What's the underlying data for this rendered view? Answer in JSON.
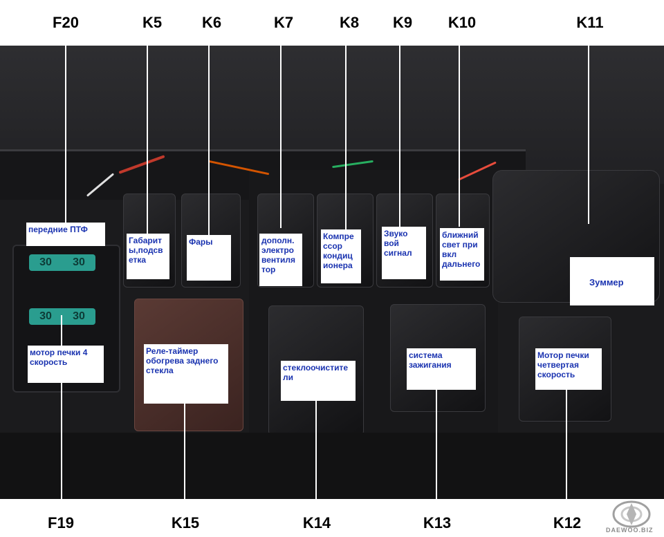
{
  "top_labels": {
    "f20": "F20",
    "k5": "K5",
    "k6": "K6",
    "k7": "K7",
    "k8": "K8",
    "k9": "K9",
    "k10": "K10",
    "k11": "K11"
  },
  "bottom_labels": {
    "f19": "F19",
    "k15": "K15",
    "k14": "K14",
    "k13": "K13",
    "k12": "K12"
  },
  "captions": {
    "f20": "передние ПТФ",
    "k5": "Габарит ы,подсв етка",
    "k6": "Фары",
    "k7": "дополн. электро вентиля тор",
    "k8": "Компре ссор кондиц ионера",
    "k9": "Звуко вой сигнал",
    "k10": "ближний свет при вкл дальнего",
    "k11": "Зуммер",
    "f19": "мотор печки 4 скорость",
    "k15": "Реле-таймер обогрева заднего стекла",
    "k14": "стеклоочистите ли",
    "k13": "система зажигания",
    "k12": "Мотор печки четвертая скорость"
  },
  "fuse_markings": {
    "left": "30",
    "right": "30"
  },
  "watermark": "DAEWOO.BIZ"
}
